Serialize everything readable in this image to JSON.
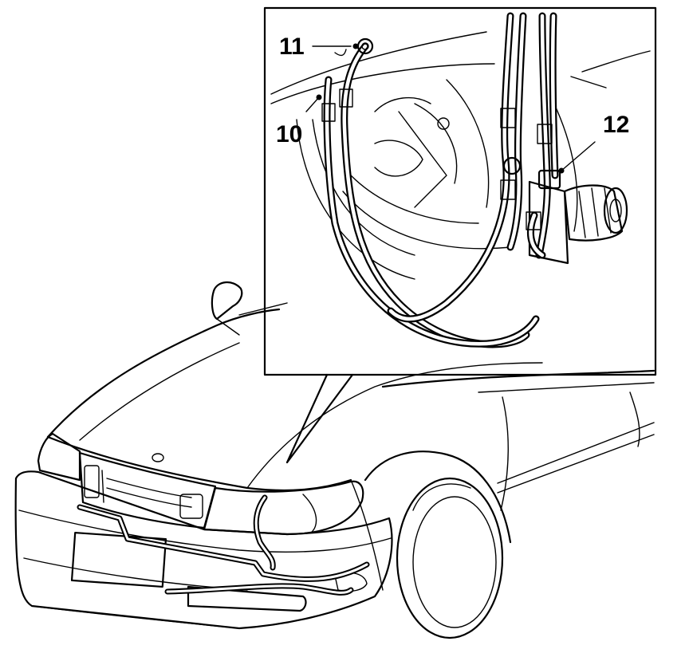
{
  "callouts": [
    {
      "id": "part-11",
      "label": "11"
    },
    {
      "id": "part-10",
      "label": "10"
    },
    {
      "id": "part-12",
      "label": "12"
    }
  ],
  "icons": {
    "vehicle": "car-front-three-quarter-icon",
    "filter": "oil-filter-icon"
  },
  "colors": {
    "line": "#000000",
    "background": "#ffffff"
  }
}
